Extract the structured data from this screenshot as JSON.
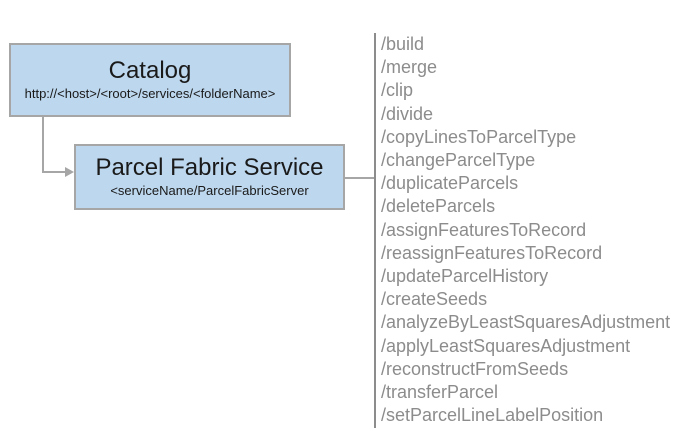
{
  "colors": {
    "box_fill": "#BDD7EE",
    "box_border": "#A6A6A6",
    "connector": "#A6A6A6",
    "separator": "#8C8C8C",
    "endpoint_text": "#8C8C8C",
    "title_text": "#1A1A1A"
  },
  "catalog_box": {
    "title": "Catalog",
    "subtitle": "http://<host>/<root>/services/<folderName>"
  },
  "service_box": {
    "title": "Parcel Fabric Service",
    "subtitle": "<serviceName/ParcelFabricServer"
  },
  "endpoints": {
    "items": [
      "/build",
      "/merge",
      "/clip",
      "/divide",
      "/copyLinesToParcelType",
      "/changeParcelType",
      "/duplicateParcels",
      "/deleteParcels",
      "/assignFeaturesToRecord",
      "/reassignFeaturesToRecord",
      "/updateParcelHistory",
      "/createSeeds",
      "/analyzeByLeastSquaresAdjustment",
      "/applyLeastSquaresAdjustment",
      "/reconstructFromSeeds",
      "/transferParcel",
      "/setParcelLineLabelPosition"
    ]
  }
}
